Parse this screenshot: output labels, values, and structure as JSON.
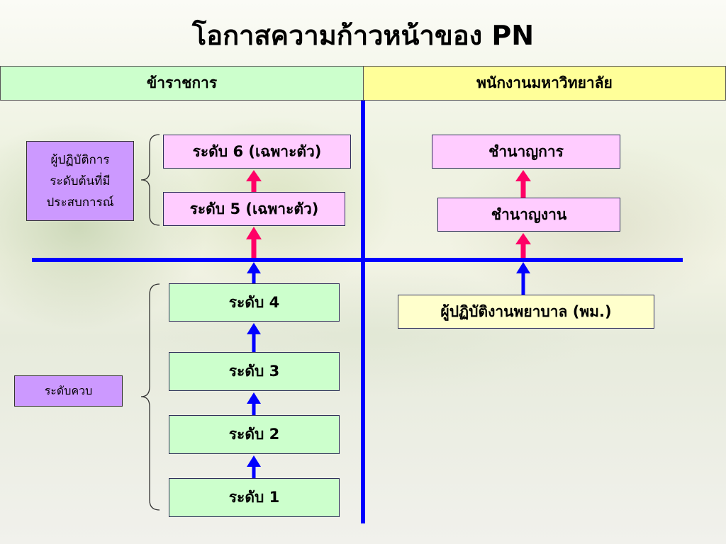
{
  "title": "โอกาสความก้าวหน้าของ PN",
  "header": {
    "left": "ข้าราชการ",
    "right": "พนักงานมหาวิทยาลัย"
  },
  "civil_servant": {
    "levels": [
      "ระดับ 6 (เฉพาะตัว)",
      "ระดับ 5 (เฉพาะตัว)",
      "ระดับ 4",
      "ระดับ 3",
      "ระดับ 2",
      "ระดับ 1"
    ],
    "group_labels": {
      "experienced": [
        "ผู้ปฏิบัติการ",
        "ระดับต้นที่มี",
        "ประสบการณ์"
      ],
      "combined": "ระดับควบ"
    }
  },
  "university_staff": {
    "levels": [
      "ชำนาญการ",
      "ชำนาญงาน",
      "ผู้ปฏิบัติงานพยาบาล (พม.)"
    ]
  },
  "colors": {
    "header-left": "#ccffcc",
    "header-right": "#ffff99",
    "pink": "#ffccff",
    "green": "#ccffcc",
    "yellow": "#ffffcc",
    "purple": "#cc99ff",
    "blue": "#0000ff",
    "arrow-pink": "#ff0066"
  }
}
